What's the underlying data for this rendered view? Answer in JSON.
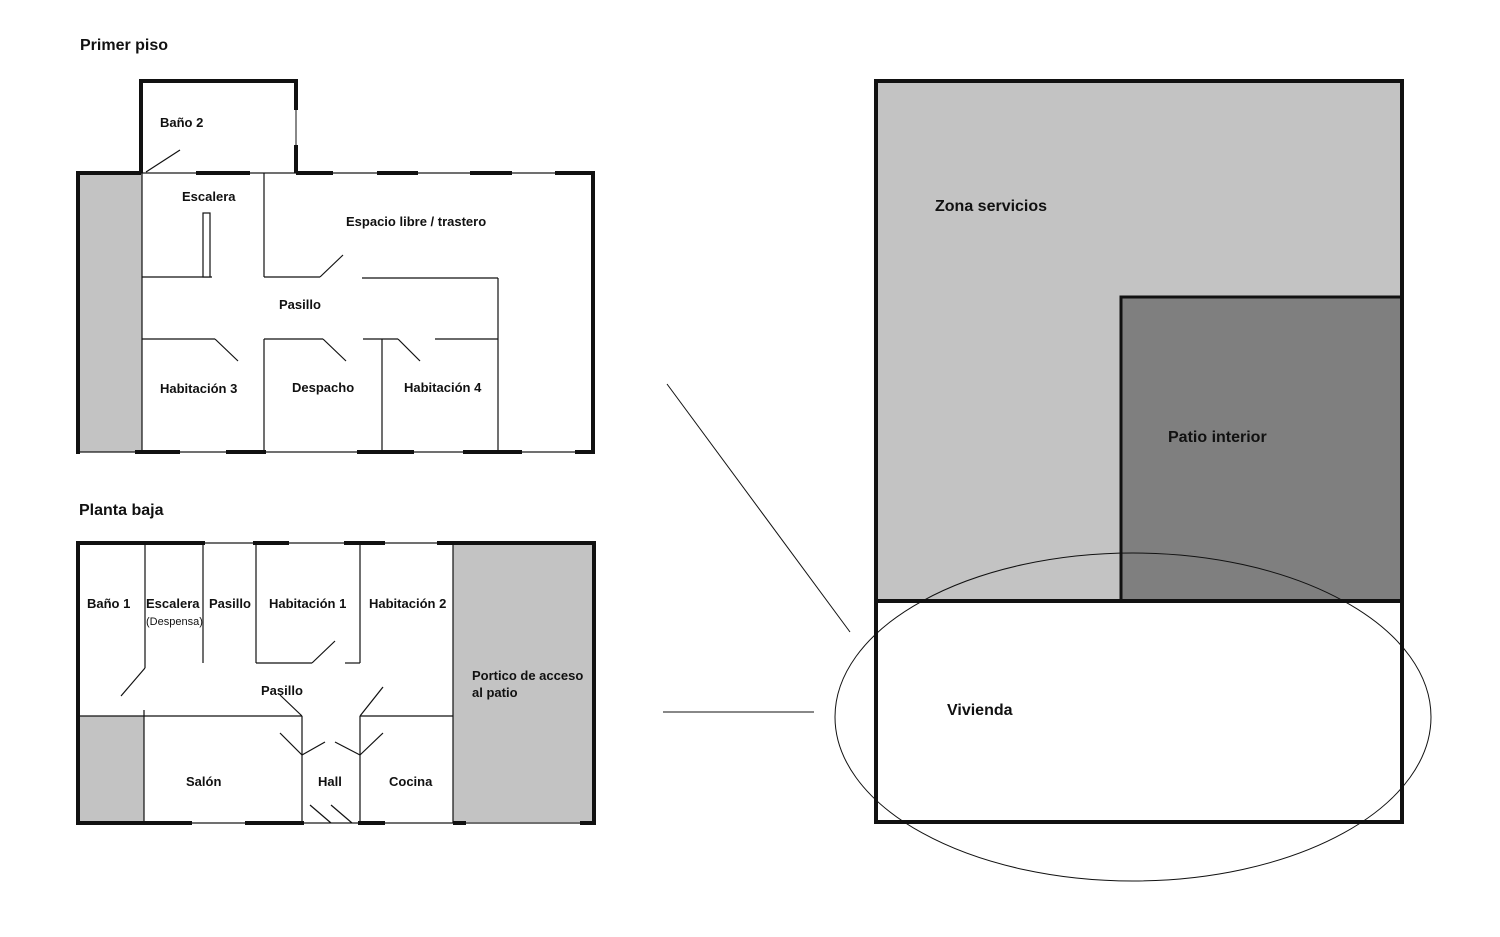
{
  "titles": {
    "first_floor": "Primer piso",
    "ground_floor": "Planta baja"
  },
  "first_floor_rooms": {
    "bano2": "Baño 2",
    "escalera": "Escalera",
    "espacio": "Espacio libre / trastero",
    "pasillo": "Pasillo",
    "hab3": "Habitación 3",
    "despacho": "Despacho",
    "hab4": "Habitación 4"
  },
  "ground_floor_rooms": {
    "bano1": "Baño 1",
    "escalera": "Escalera",
    "despensa": "(Despensa)",
    "pasillo_top": "Pasillo",
    "hab1": "Habitación 1",
    "hab2": "Habitación 2",
    "portico_line1": "Portico de acceso",
    "portico_line2": "al patio",
    "pasillo": "Pasillo",
    "salon": "Salón",
    "hall": "Hall",
    "cocina": "Cocina"
  },
  "site_plan": {
    "zona_servicios": "Zona servicios",
    "patio_interior": "Patio interior",
    "vivienda": "Vivienda"
  },
  "colors": {
    "wall": "#111111",
    "light_gray": "#c3c3c3",
    "dark_gray": "#7f7f7f",
    "background": "#ffffff"
  }
}
